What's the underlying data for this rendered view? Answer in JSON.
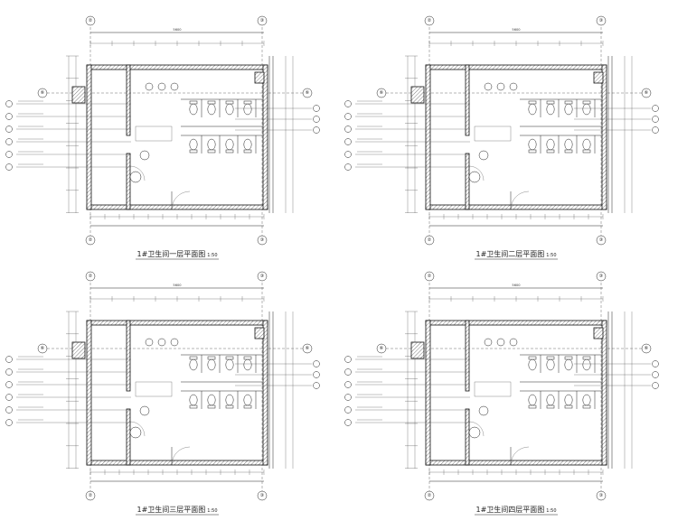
{
  "sheet": {
    "plans": [
      {
        "id": "p1",
        "title": "1#卫生间一层平面图",
        "scale": "1:50"
      },
      {
        "id": "p2",
        "title": "1#卫生间二层平面图",
        "scale": "1:50"
      },
      {
        "id": "p3",
        "title": "1#卫生间三层平面图",
        "scale": "1:50"
      },
      {
        "id": "p4",
        "title": "1#卫生间四层平面图",
        "scale": "1:50"
      }
    ],
    "axis_labels": {
      "left": "②",
      "right": "③",
      "row": "⑥"
    },
    "overall_dimension": "5600",
    "colors": {
      "line": "#222222",
      "wall_hatch": "#444444",
      "paper": "#ffffff"
    }
  }
}
